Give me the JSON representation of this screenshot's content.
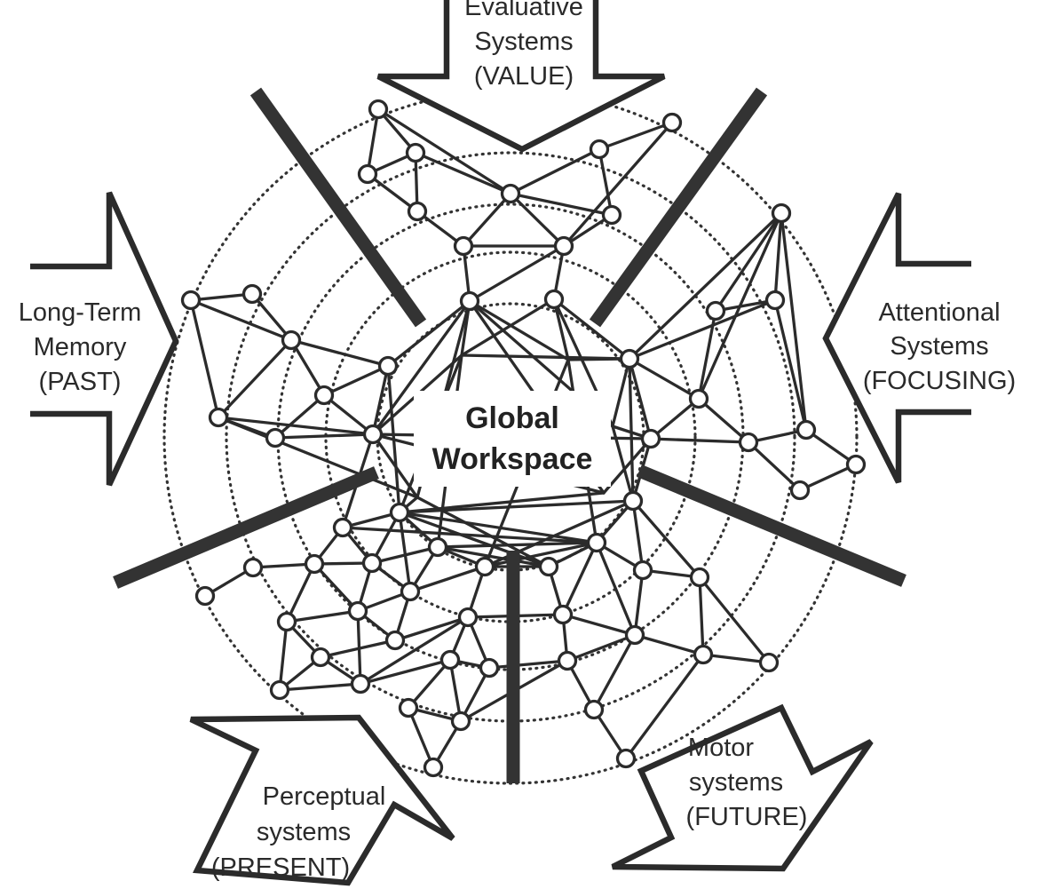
{
  "diagram": {
    "center": {
      "line1": "Global",
      "line2": "Workspace"
    },
    "inputs": [
      {
        "id": "evaluative",
        "line1": "Evaluative",
        "line2": "Systems",
        "line3": "(VALUE)"
      },
      {
        "id": "attentional",
        "line1": "Attentional",
        "line2": "Systems",
        "line3": "(FOCUSING)"
      },
      {
        "id": "motor",
        "line1": "Motor",
        "line2": "systems",
        "line3": "(FUTURE)"
      },
      {
        "id": "perceptual",
        "line1": "Perceptual",
        "line2": "systems",
        "line3": "(PRESENT)"
      },
      {
        "id": "long-term-memory",
        "line1": "Long-Term",
        "line2": "Memory",
        "line3": "(PAST)"
      }
    ],
    "colors": {
      "ink": "#2b2b2b",
      "background": "#ffffff"
    }
  }
}
